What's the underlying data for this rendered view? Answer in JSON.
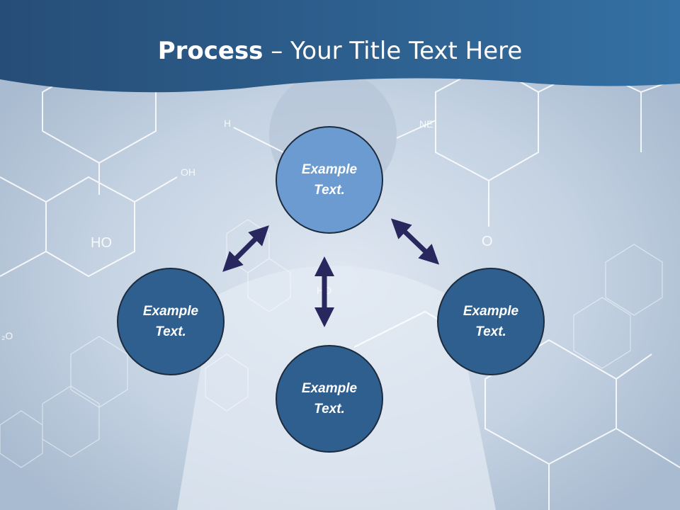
{
  "slide": {
    "title_bold": "Process",
    "title_rest": " – Your Title Text Here"
  },
  "colors": {
    "header": "#2b5a8a",
    "circle_dark": "#2f5f8e",
    "circle_light": "#6b9bd1",
    "arrow": "#28285e",
    "background": "#c9d6e5"
  },
  "nodes": {
    "top": {
      "line1": "Example",
      "line2": "Text."
    },
    "left": {
      "line1": "Example",
      "line2": "Text."
    },
    "right": {
      "line1": "Example",
      "line2": "Text."
    },
    "bottom": {
      "line1": "Example",
      "line2": "Text."
    }
  },
  "chem_labels": {
    "h": "H",
    "oh": "OH",
    "ne": "NE",
    "ho": "HO",
    "o": "O",
    "ho2": "HO",
    "h2o": "₂O"
  },
  "icons": [
    "double-arrow-icon"
  ]
}
